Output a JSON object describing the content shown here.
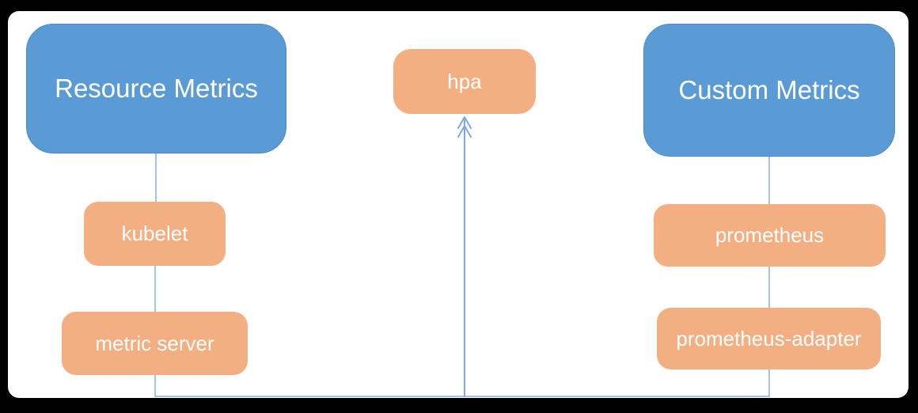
{
  "diagram": {
    "description": "Kubernetes HPA metrics pipeline diagram",
    "nodes": {
      "resource_metrics": {
        "label": "Resource Metrics",
        "kind": "category"
      },
      "custom_metrics": {
        "label": "Custom Metrics",
        "kind": "category"
      },
      "hpa": {
        "label": "hpa",
        "kind": "component"
      },
      "kubelet": {
        "label": "kubelet",
        "kind": "component"
      },
      "metric_server": {
        "label": "metric server",
        "kind": "component"
      },
      "prometheus": {
        "label": "prometheus",
        "kind": "component"
      },
      "prometheus_adapter": {
        "label": "prometheus-adapter",
        "kind": "component"
      }
    },
    "edges": [
      {
        "from": "resource_metrics",
        "to": "kubelet",
        "style": "plain"
      },
      {
        "from": "kubelet",
        "to": "metric_server",
        "style": "plain"
      },
      {
        "from": "metric_server",
        "to": "bottom-rail",
        "style": "plain"
      },
      {
        "from": "custom_metrics",
        "to": "prometheus",
        "style": "plain"
      },
      {
        "from": "prometheus",
        "to": "prometheus_adapter",
        "style": "plain"
      },
      {
        "from": "prometheus_adapter",
        "to": "bottom-rail",
        "style": "plain"
      },
      {
        "from": "bottom-rail",
        "to": "hpa",
        "style": "double-chevron-arrow-up"
      }
    ],
    "colors": {
      "category_fill": "#5b9bd5",
      "component_fill": "#f3af82",
      "connector": "#a3c4e5",
      "arrow": "#7fa8db",
      "text": "#ffffff",
      "canvas": "#ffffff",
      "frame": "#000000"
    }
  }
}
